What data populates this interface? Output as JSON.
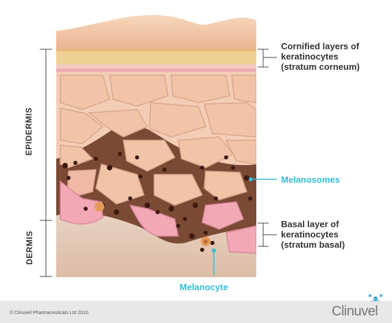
{
  "labels": {
    "cornified": [
      "Cornified layers of",
      "keratinocytes",
      "(stratum corneum)"
    ],
    "melanosomes": "Melanosomes",
    "basal": [
      "Basal layer of",
      "keratinocytes",
      "(stratum basal)"
    ],
    "melanocyte": "Melanocyte",
    "epidermis": "EPIDERMIS",
    "dermis": "DERMIS"
  },
  "footer": {
    "copyright": "© Clinuvel Pharmaceuticals Ltd 2010",
    "brand": "Clinuvel"
  },
  "colors": {
    "accent_cyan": "#35bcd6",
    "skin_top": "#f2c7a3",
    "stratum_corneum": "#f0d49a",
    "keratinocyte": "#f3c2a8",
    "melanin": "#5a2b1a",
    "dermis": "#e6cbb8",
    "basal_pink": "#f0a9b4"
  }
}
